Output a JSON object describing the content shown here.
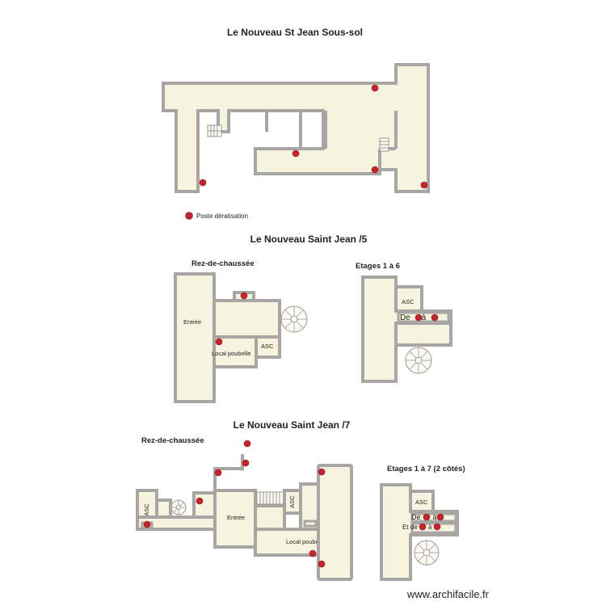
{
  "plans": {
    "sous_sol": {
      "title": "Le Nouveau St Jean Sous-sol"
    },
    "legend": {
      "label": "Poste dératisation"
    },
    "saint_jean_5": {
      "title": "Le Nouveau Saint Jean /5",
      "rdc": {
        "title": "Rez-de-chaussée",
        "entree": "Entrée",
        "local_poubelle": "Local poubelle",
        "asc": "ASC"
      },
      "etages": {
        "title": "Etages 1 à 6",
        "asc": "ASC",
        "de_a": "De     à"
      }
    },
    "saint_jean_7": {
      "title": "Le Nouveau Saint Jean /7",
      "rdc": {
        "title": "Rez-de-chaussée",
        "entree": "Entrée",
        "local_poubelle": "Local poubelle",
        "asc_left": "ASC",
        "asc_mid": "ASC"
      },
      "etages": {
        "title": "Etages 1 à 7 (2 côtés)",
        "asc": "ASC",
        "de_a": "De      à",
        "et_de_a": "Et de      à"
      }
    }
  },
  "watermark": "www.archifacile.fr",
  "colors": {
    "room_fill": "#f6f3df",
    "wall": "#a8a6a2",
    "marker": "#c8232b"
  },
  "icons": [
    "stairs-icon",
    "spiral-staircase-icon",
    "pest-bait-station-marker"
  ]
}
